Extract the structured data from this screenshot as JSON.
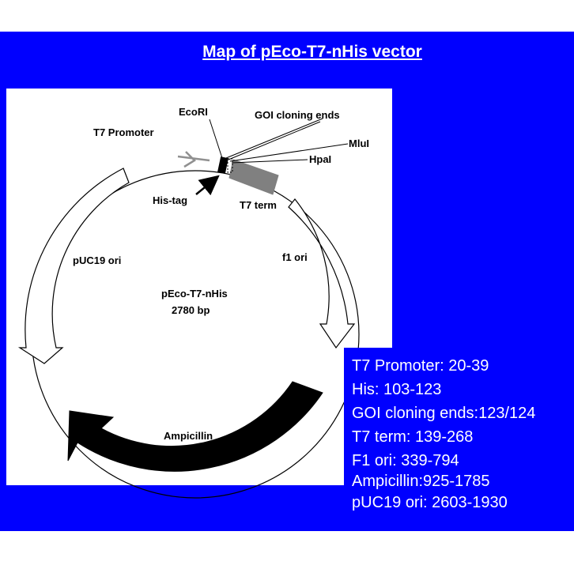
{
  "title": "Map of pEco-T7-nHis vector",
  "plasmid": {
    "name": "pEco-T7-nHis",
    "size": "2780 bp"
  },
  "features": {
    "t7_promoter": "T7 Promoter",
    "ecori": "EcoRI",
    "goi": "GOI cloning ends",
    "mlul": "MluI",
    "hpal": "HpaI",
    "his_tag": "His-tag",
    "t7_term": "T7 term",
    "f1_ori": "f1 ori",
    "puc19_ori": "pUC19 ori",
    "ampicillin": "Ampicillin"
  },
  "legend": [
    "T7 Promoter: 20-39",
    "His: 103-123",
    "GOI cloning ends:123/124",
    "T7 term: 139-268",
    "F1 ori: 339-794",
    "Ampicillin:925-1785",
    "pUC19 ori: 2603-1930"
  ],
  "colors": {
    "panel": "#0000ff",
    "text_on_panel": "#ffffff",
    "ampicillin": "#000000",
    "t7_term": "#808080"
  }
}
